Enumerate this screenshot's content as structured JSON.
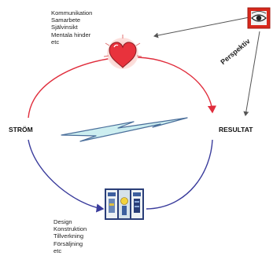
{
  "labels": {
    "left": "STRÖM",
    "right": "RESULTAT",
    "perspective": "Perspektiv"
  },
  "top_list": [
    "Kommunikation",
    "Samarbete",
    "Självinsikt",
    "Mentala hinder",
    "etc"
  ],
  "bottom_list": [
    "Design",
    "Konstruktion",
    "Tillverkning",
    "Försäljning",
    "etc"
  ],
  "icons": {
    "heart": "heart-icon",
    "eye": "eye-icon",
    "lightning": "lightning-bolt-icon",
    "machines": "machines-icon"
  },
  "colors": {
    "upper_arc": "#e02d3c",
    "lower_arc": "#3a3c9c",
    "heart": "#e8323c",
    "heart_glow": "#f8c4c0",
    "eye_frame": "#d8281c",
    "bolt_fill": "#cdeef0",
    "bolt_stroke": "#4a6e9a"
  }
}
